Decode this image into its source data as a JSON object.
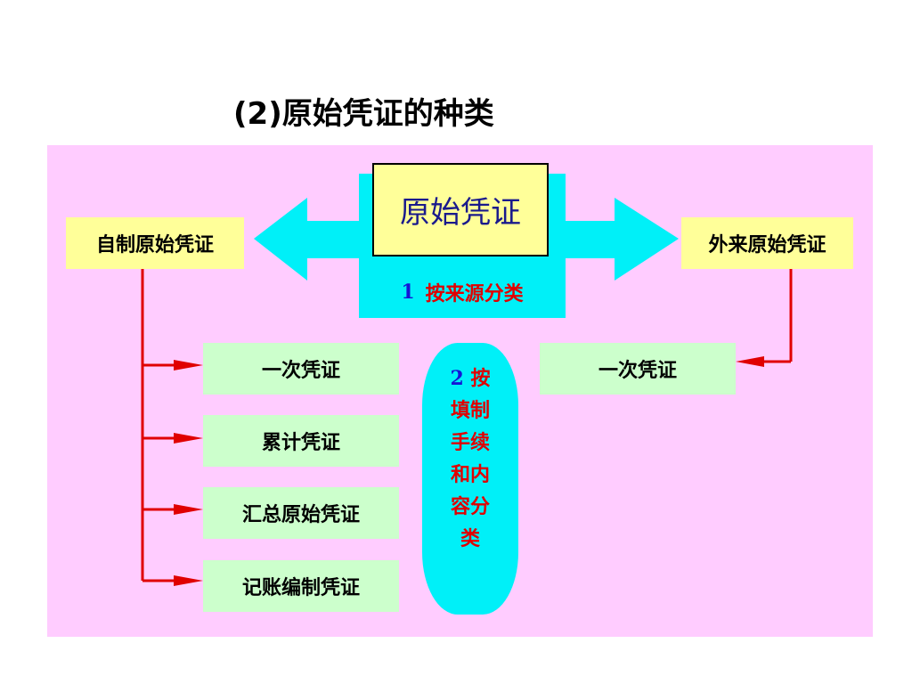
{
  "title": "(2)原始凭证的种类",
  "center": {
    "label": "原始凭证"
  },
  "left_box": {
    "label": "自制原始凭证"
  },
  "right_box": {
    "label": "外来原始凭证"
  },
  "category1": {
    "number": "1",
    "text": "按来源分类"
  },
  "category2": {
    "number": "2",
    "lines": [
      "按",
      "填制",
      "手续",
      "和内",
      "容分",
      "类"
    ]
  },
  "left_items": [
    "一次凭证",
    "累计凭证",
    "汇总原始凭证",
    "记账编制凭证"
  ],
  "right_items": [
    "一次凭证"
  ],
  "colors": {
    "panel": "#ffccff",
    "arrow": "#00f0f8",
    "box_yellow": "#ffff99",
    "box_green": "#ccffcc",
    "connector": "#e00000"
  }
}
